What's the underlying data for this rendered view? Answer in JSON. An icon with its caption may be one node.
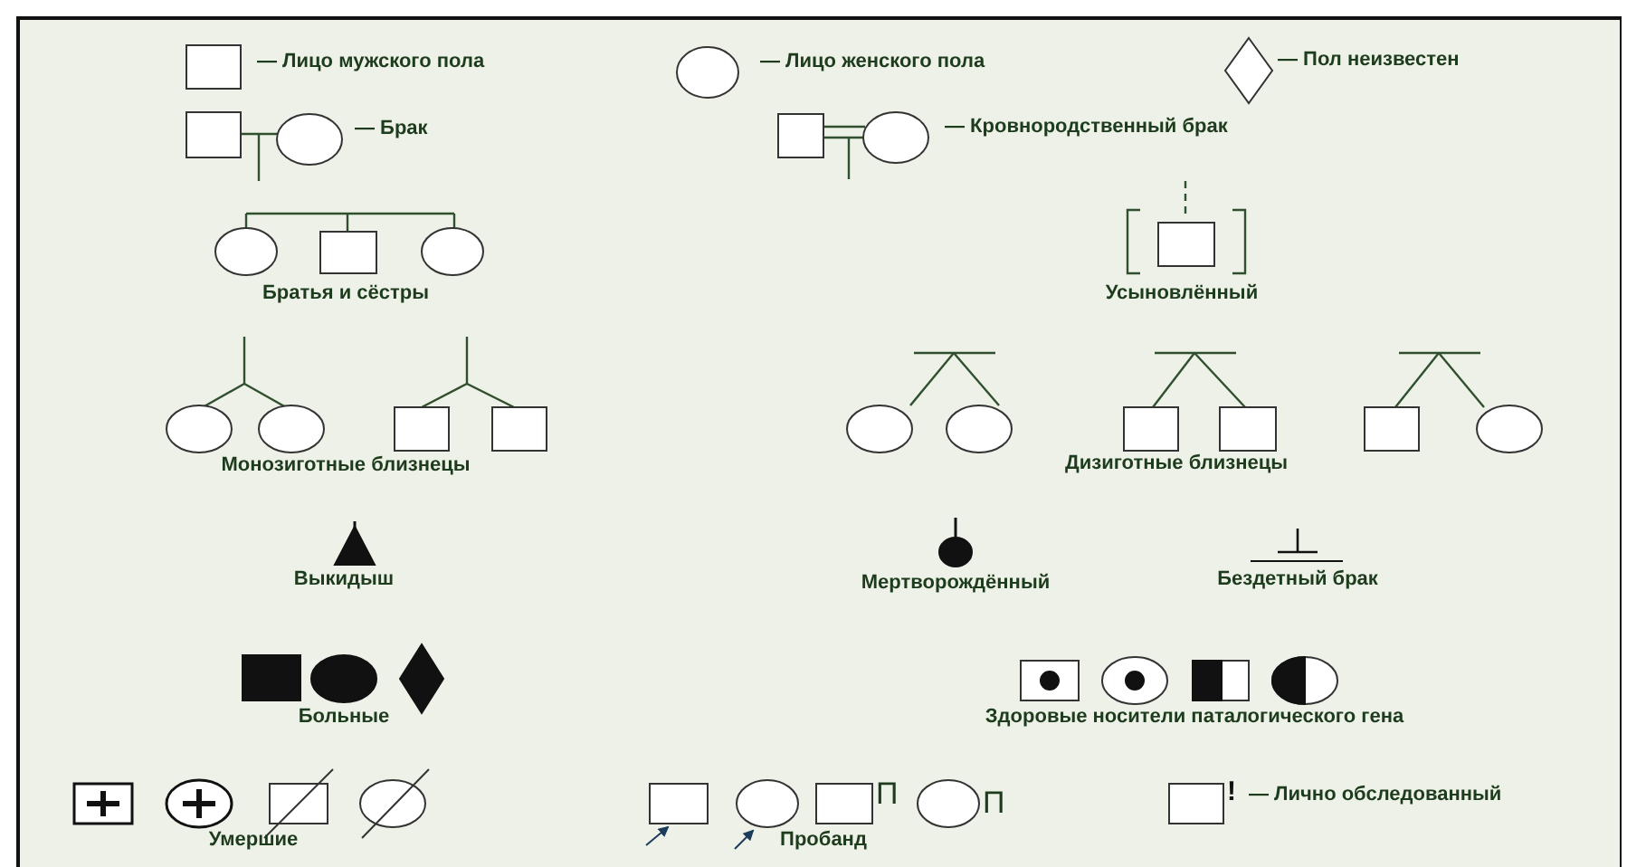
{
  "diagram": {
    "labels": [
      "— Лицо мужского пола",
      "— Лицо женского пола",
      "— Пол неизвестен",
      "— Брак",
      "— Кровнородственный брак",
      "Братья и сёстры",
      "Усыновлённый",
      "Монозиготные близнецы",
      "Дизиготные близнецы",
      "Выкидыш",
      "Мертворождённый",
      "Бездетный брак",
      "Больные",
      "Здоровые носители паталогического гена",
      "П",
      "П",
      "!",
      "— Лично обследованный",
      "Умершие",
      "Пробанд"
    ]
  }
}
